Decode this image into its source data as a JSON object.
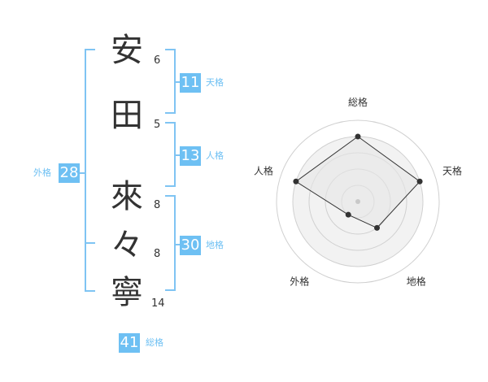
{
  "name": {
    "chars": [
      {
        "char": "安",
        "strokes": "6"
      },
      {
        "char": "田",
        "strokes": "5"
      },
      {
        "char": "來",
        "strokes": "8"
      },
      {
        "char": "々",
        "strokes": "8"
      },
      {
        "char": "寧",
        "strokes": "14"
      }
    ]
  },
  "fortune": {
    "tenkaku": {
      "value": "11",
      "label": "天格"
    },
    "jinkaku": {
      "value": "13",
      "label": "人格"
    },
    "chikaku": {
      "value": "30",
      "label": "地格"
    },
    "gaikaku": {
      "value": "28",
      "label": "外格"
    },
    "soukaku": {
      "value": "41",
      "label": "総格"
    }
  },
  "chart_data": {
    "type": "radar",
    "axes": [
      "総格",
      "天格",
      "地格",
      "外格",
      "人格"
    ],
    "values": [
      4,
      4,
      2,
      1,
      4
    ],
    "max": 5,
    "rings": 5
  },
  "colors": {
    "accent": "#6ec0f3",
    "bracket": "#7fc4f3",
    "radar_fill": "#f2f2f2",
    "radar_ring": "#d0d0d0",
    "radar_line": "#333333"
  }
}
